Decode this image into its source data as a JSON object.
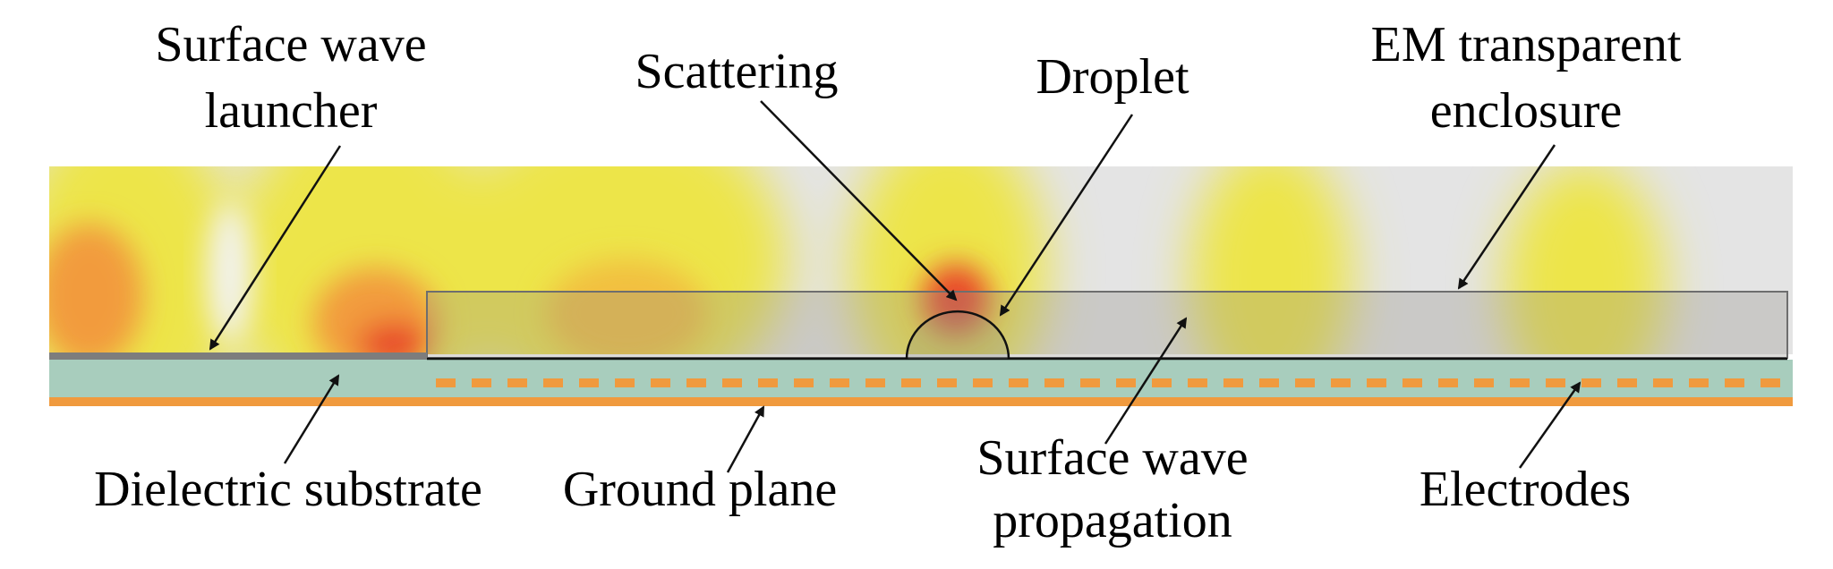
{
  "labels": {
    "launcher": [
      "Surface wave",
      "launcher"
    ],
    "scattering": "Scattering",
    "droplet": "Droplet",
    "enclosure": [
      "EM transparent",
      "enclosure"
    ],
    "substrate": "Dielectric substrate",
    "ground_plane": "Ground plane",
    "propagation": [
      "Surface wave",
      "propagation"
    ],
    "electrodes": "Electrodes"
  },
  "colors": {
    "background_field": "#e4e4e4",
    "field_high": "#e8462a",
    "field_mid": "#f29b3e",
    "field_low": "#ede54a",
    "substrate": "#a8cdbd",
    "ground_plane": "#f09a3e",
    "electrodes": "#f09a3e",
    "enclosure": "#9e9a90",
    "launcher": "#7d7d7d"
  }
}
